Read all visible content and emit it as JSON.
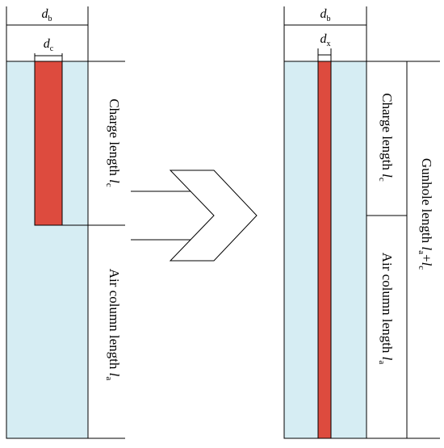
{
  "left": {
    "db_label": "d",
    "db_sub": "b",
    "dc_label": "d",
    "dc_sub": "c",
    "charge_label": "Charge length ",
    "charge_var": "l",
    "charge_sub": "c",
    "air_label": "Air column length ",
    "air_var": "l",
    "air_sub": "a"
  },
  "right": {
    "db_label": "d",
    "db_sub": "b",
    "dx_label": "d",
    "dx_sub": "x",
    "charge_label": "Charge length ",
    "charge_var": "l",
    "charge_sub": "c",
    "air_label": "Air column length ",
    "air_var": "l",
    "air_sub": "a",
    "gunhole_label": "Gunhole length ",
    "gunhole_var1": "l",
    "gunhole_sub1": "a",
    "gunhole_plus": "+",
    "gunhole_var2": "l",
    "gunhole_sub2": "c"
  },
  "colors": {
    "borehole_fill": "#d6edf3",
    "charge_fill": "#dd4b3e",
    "line": "#000000"
  }
}
